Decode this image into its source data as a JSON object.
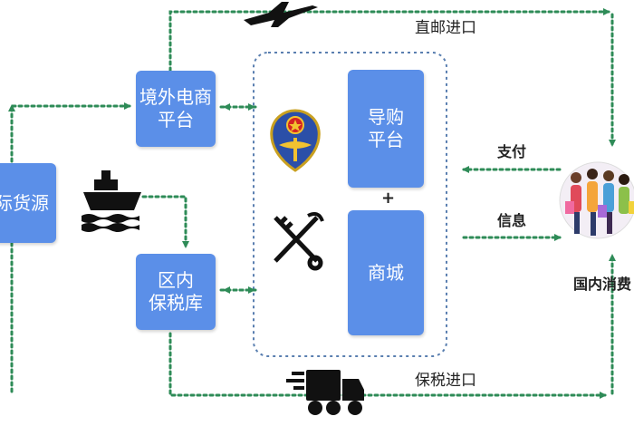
{
  "boxes": {
    "source": {
      "line1": "际货源"
    },
    "crossborder": {
      "line1": "境外电商",
      "line2": "平台"
    },
    "bonded": {
      "line1": "区内",
      "line2": "保税库"
    },
    "guide": {
      "line1": "导购",
      "line2": "平台"
    },
    "mall": {
      "line1": "商城"
    }
  },
  "labels": {
    "direct_mail": "直邮进口",
    "bonded_import": "保税进口",
    "payment": "支付",
    "information": "信息",
    "consumer": "国内消费",
    "plus": "+"
  },
  "colors": {
    "box_fill": "#5b8fe8",
    "arrow_green": "#2e8b57",
    "dashed_border": "#5a7fb0"
  },
  "icons": [
    "airplane-icon",
    "ship-icon",
    "truck-icon",
    "customs-emblem-icon",
    "customs-keys-icon",
    "shoppers-icon"
  ]
}
